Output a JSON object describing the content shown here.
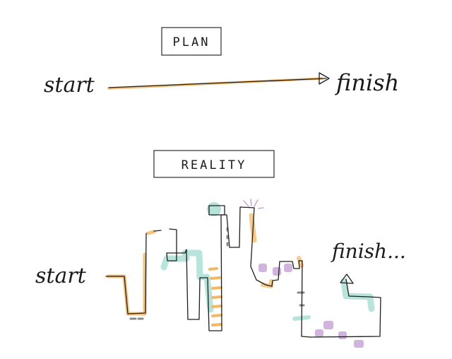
{
  "plan": {
    "heading": "PLAN",
    "start_label": "start",
    "finish_label": "finish",
    "color_path": "#f3b766"
  },
  "reality": {
    "heading": "REALITY",
    "start_label": "start",
    "finish_label": "finish...",
    "colors": {
      "orange": "#f3b766",
      "teal": "#a8ddd3",
      "purple": "#c9a6d8",
      "grey": "#888888",
      "ink": "#1e1e1e"
    }
  }
}
